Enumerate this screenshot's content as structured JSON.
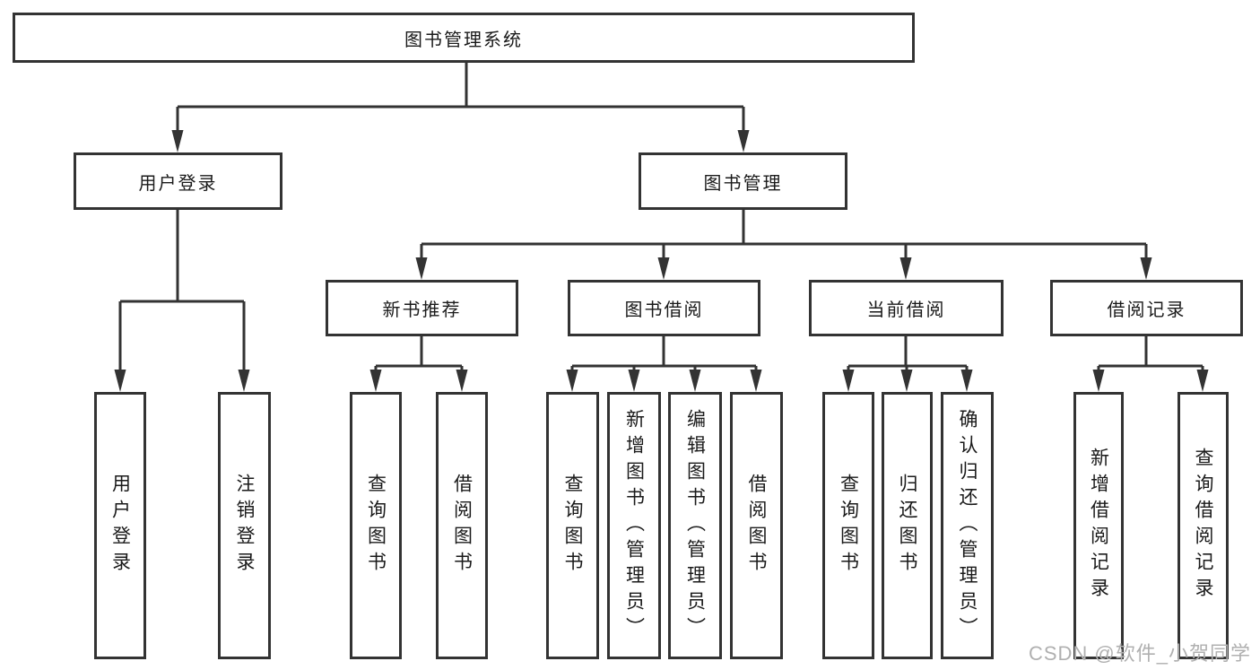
{
  "diagram": {
    "root": {
      "label": "图书管理系统"
    },
    "level2": [
      {
        "label": "用户登录",
        "children": [
          "用户登录",
          "注销登录"
        ]
      },
      {
        "label": "图书管理",
        "groups": [
          {
            "label": "新书推荐",
            "children": [
              "查询图书",
              "借阅图书"
            ]
          },
          {
            "label": "图书借阅",
            "children": [
              "查询图书",
              "新增图书（管理员）",
              "编辑图书（管理员）",
              "借阅图书"
            ]
          },
          {
            "label": "当前借阅",
            "children": [
              "查询图书",
              "归还图书",
              "确认归还（管理员）"
            ]
          },
          {
            "label": "借阅记录",
            "children": [
              "新增借阅记录",
              "查询借阅记录"
            ]
          }
        ]
      }
    ],
    "colors": {
      "line": "#333333",
      "text": "#1a1a1a",
      "box_background": "#ffffff",
      "watermark": "#b0b0b0",
      "background": "#ffffff"
    }
  },
  "watermark": {
    "text": "CSDN @软件_小贺同学"
  }
}
